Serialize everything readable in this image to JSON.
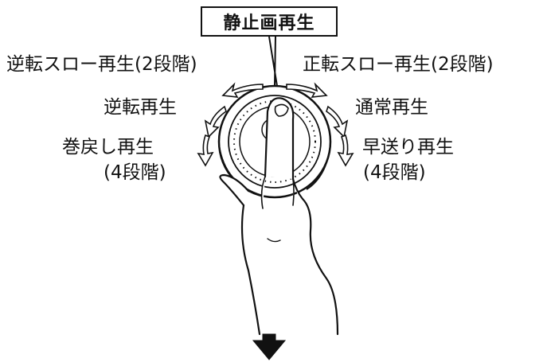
{
  "diagram": {
    "center_label": "静止画再生",
    "labels": {
      "reverse_slow": "逆転スロー再生(2段階)",
      "forward_slow": "正転スロー再生(2段階)",
      "reverse_play": "逆転再生",
      "normal_play": "通常再生",
      "rewind_play": "巻戻し再生",
      "rewind_steps": "(4段階)",
      "fast_forward_play": "早送り再生",
      "fast_forward_steps": "(4段階)"
    }
  }
}
